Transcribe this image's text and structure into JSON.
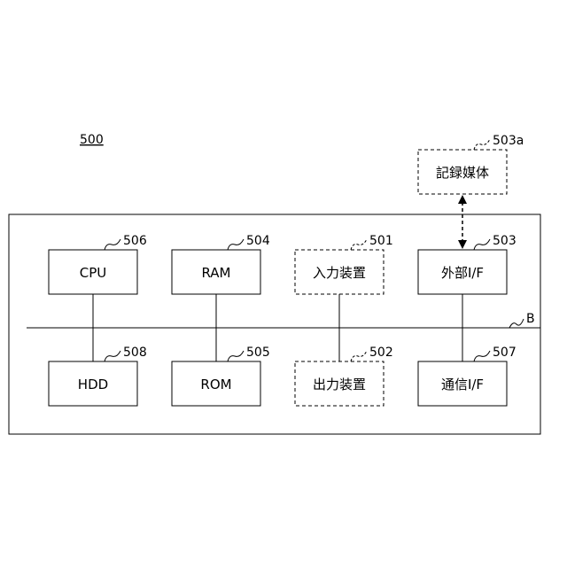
{
  "figure": {
    "label": "500",
    "bus_label": "B"
  },
  "boxes": {
    "cpu": {
      "text": "CPU",
      "ref": "506"
    },
    "ram": {
      "text": "RAM",
      "ref": "504"
    },
    "input": {
      "text": "入力装置",
      "ref": "501"
    },
    "ext_if": {
      "text": "外部I/F",
      "ref": "503"
    },
    "hdd": {
      "text": "HDD",
      "ref": "508"
    },
    "rom": {
      "text": "ROM",
      "ref": "505"
    },
    "output": {
      "text": "出力装置",
      "ref": "502"
    },
    "comm_if": {
      "text": "通信I/F",
      "ref": "507"
    },
    "media": {
      "text": "記録媒体",
      "ref": "503a"
    }
  }
}
